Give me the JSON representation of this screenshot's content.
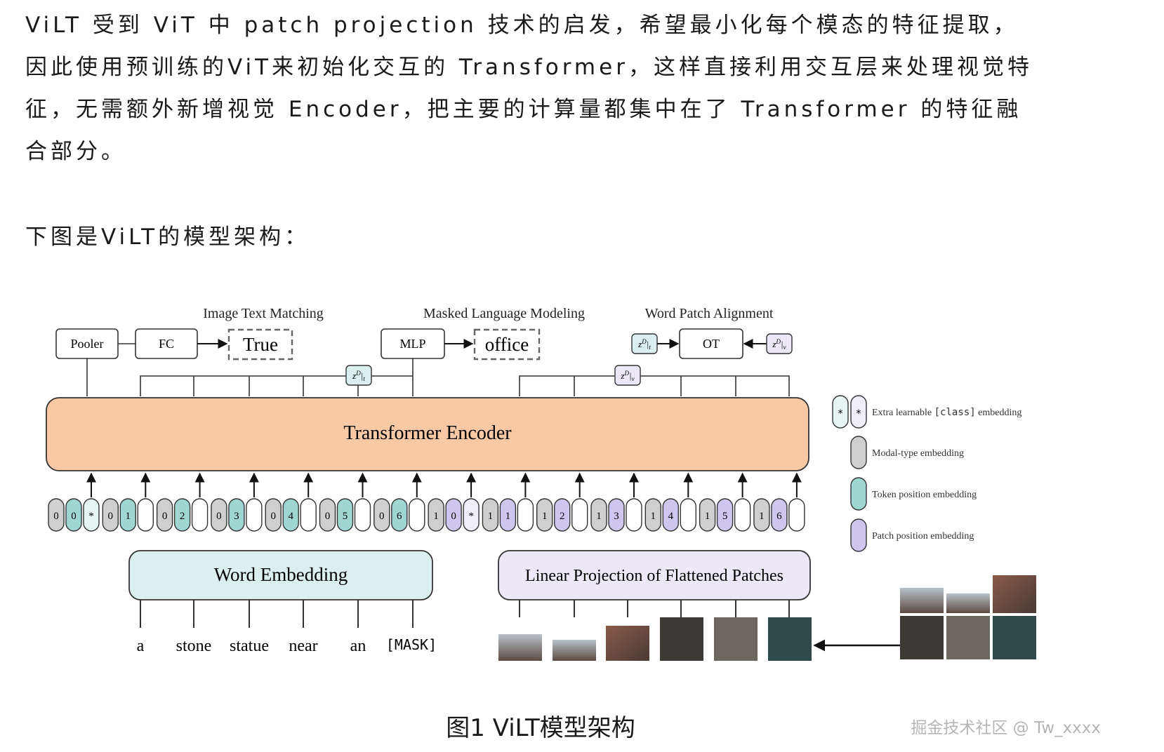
{
  "article": {
    "paragraph1": "ViLT 受到 ViT 中 patch projection 技术的启发，希望最小化每个模态的特征提取，因此使用预训练的ViT来初始化交互的 Transformer，这样直接利用交互层来处理视觉特征，无需额外新增视觉 Encoder，把主要的计算量都集中在了 Transformer 的特征融合部分。",
    "paragraph2": "下图是ViLT的模型架构："
  },
  "figure": {
    "caption": "图1 ViLT模型架构",
    "watermark": "掘金技术社区 @ Tw_xxxx",
    "heads": {
      "itm_title": "Image Text Matching",
      "mlm_title": "Masked Language Modeling",
      "wpa_title": "Word Patch Alignment",
      "pooler": "Pooler",
      "fc": "FC",
      "itm_output": "True",
      "mlp": "MLP",
      "mlm_output": "office",
      "ot": "OT"
    },
    "encoder_label": "Transformer Encoder",
    "word_embedding_label": "Word Embedding",
    "patch_projection_label": "Linear Projection of Flattened Patches",
    "words": [
      "a",
      "stone",
      "statue",
      "near",
      "an",
      "[MASK]"
    ],
    "text_tokens": [
      {
        "modal": "0",
        "pos": "0",
        "cls": true
      },
      {
        "modal": "0",
        "pos": "1"
      },
      {
        "modal": "0",
        "pos": "2"
      },
      {
        "modal": "0",
        "pos": "3"
      },
      {
        "modal": "0",
        "pos": "4"
      },
      {
        "modal": "0",
        "pos": "5"
      },
      {
        "modal": "0",
        "pos": "6"
      }
    ],
    "image_tokens": [
      {
        "modal": "1",
        "pos": "0",
        "cls": true
      },
      {
        "modal": "1",
        "pos": "1"
      },
      {
        "modal": "1",
        "pos": "2"
      },
      {
        "modal": "1",
        "pos": "3"
      },
      {
        "modal": "1",
        "pos": "4"
      },
      {
        "modal": "1",
        "pos": "5"
      },
      {
        "modal": "1",
        "pos": "6"
      }
    ],
    "cls_mark": "*",
    "legend": {
      "extra_prefix": "Extra learnable ",
      "extra_code": "[class]",
      "extra_suffix": " embedding",
      "modal": "Modal-type embedding",
      "token_pos": "Token position embedding",
      "patch_pos": "Patch position embedding"
    },
    "colors": {
      "encoder": "#f9c9a6",
      "word_emb": "#dcefef",
      "patch_proj": "#ece8f7",
      "modal": "#cfcfcf",
      "token_pos": "#9fd6d2",
      "patch_pos": "#cfc6ef",
      "cls_text": "#e6f4f4",
      "cls_img": "#f1eefb"
    }
  }
}
